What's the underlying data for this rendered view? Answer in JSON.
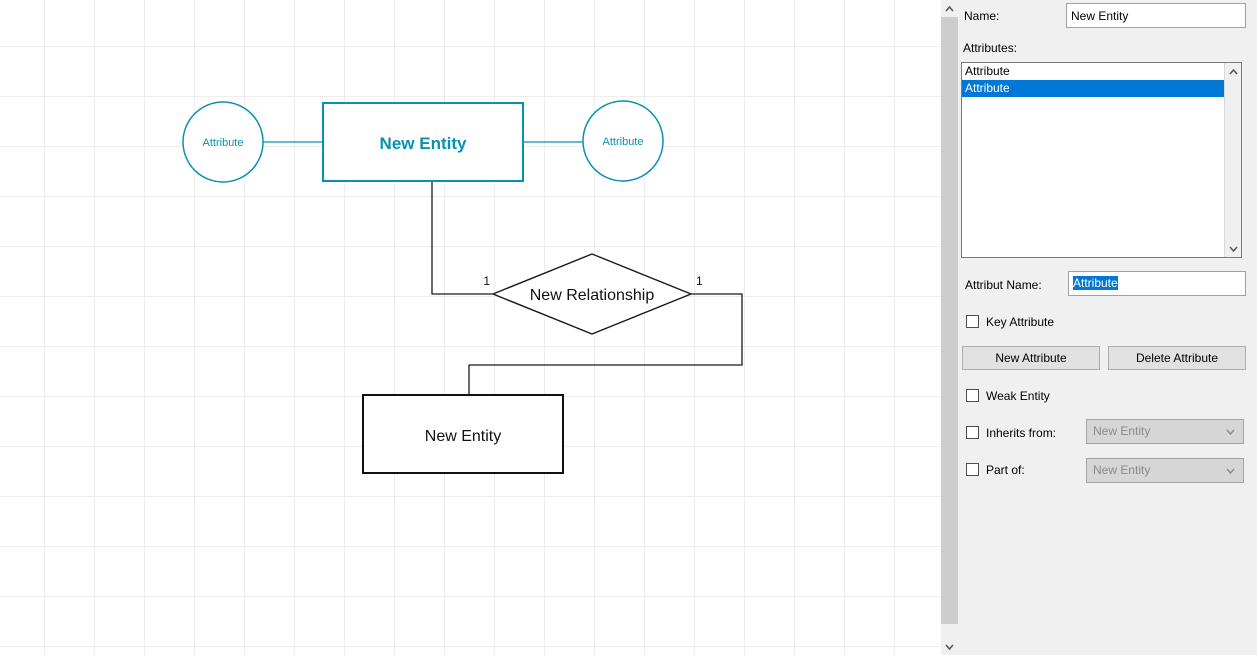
{
  "colors": {
    "accent_teal": "#0a91af",
    "selection_blue": "#0078d7",
    "panel_background": "#f0f0f0",
    "diagram_stroke": "#1a1a1a",
    "scrollbar_thumb": "#cdcdcd"
  },
  "icons": {
    "scroll_up": "chevron-up",
    "scroll_down": "chevron-down",
    "combo_dropdown": "chevron-down"
  },
  "diagram": {
    "top_entity": {
      "label": "New Entity"
    },
    "left_attribute": {
      "label": "Attribute"
    },
    "right_attribute": {
      "label": "Attribute"
    },
    "relationship": {
      "label": "New Relationship"
    },
    "bottom_entity": {
      "label": "New Entity"
    },
    "cardinality_left": "1",
    "cardinality_right": "1"
  },
  "panel": {
    "name_label": "Name:",
    "name_value": "New Entity",
    "attributes_label": "Attributes:",
    "attribute_items": [
      {
        "label": "Attribute",
        "selected": false
      },
      {
        "label": "Attribute",
        "selected": true
      }
    ],
    "attribut_name_label": "Attribut Name:",
    "attribut_name_value": "Attribute",
    "key_attribute_label": "Key Attribute",
    "new_attribute_button": "New Attribute",
    "delete_attribute_button": "Delete Attribute",
    "weak_entity_label": "Weak Entity",
    "inherits_from_label": "Inherits from:",
    "inherits_from_value": "New Entity",
    "part_of_label": "Part of:",
    "part_of_value": "New Entity"
  }
}
